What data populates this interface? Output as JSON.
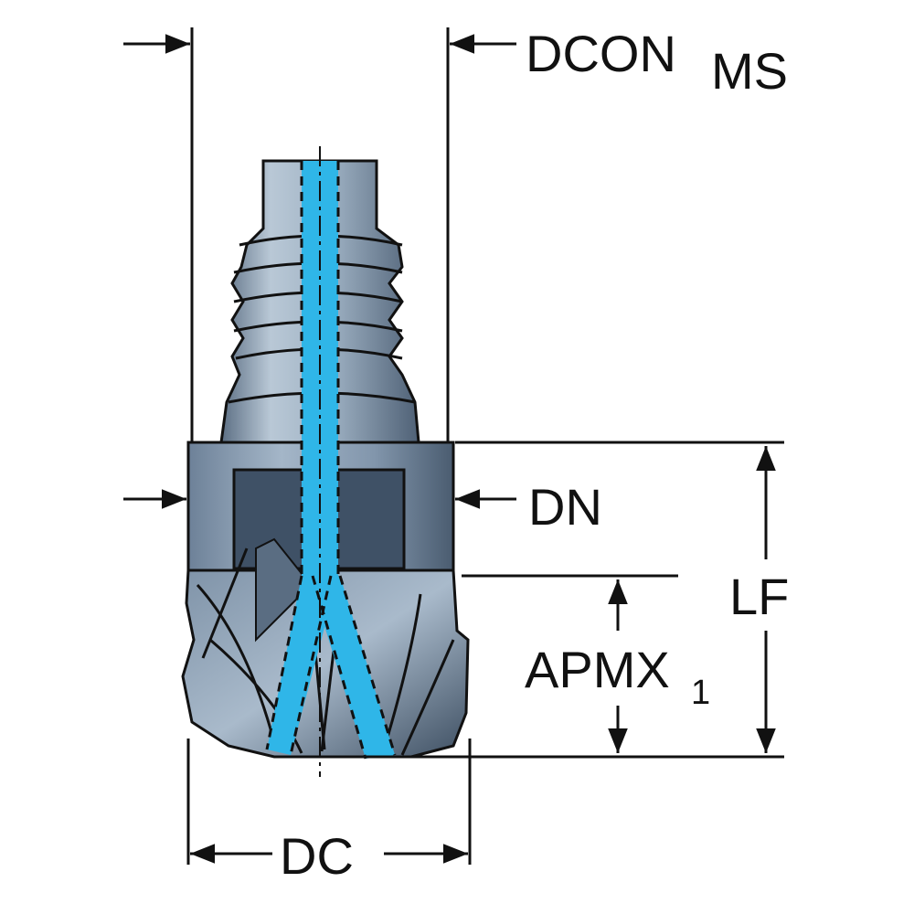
{
  "labels": {
    "dcon_main": "DCON",
    "dcon_sub": "MS",
    "dn": "DN",
    "lf": "LF",
    "apmx_main": "APMX",
    "apmx_sub": "1",
    "dc": "DC"
  },
  "colors": {
    "tool_steel": "#8da3ba",
    "tool_shadow": "#4a5c70",
    "coolant_channel": "#2fb6e8",
    "flat_face": "#3f5166",
    "line": "#111111"
  }
}
